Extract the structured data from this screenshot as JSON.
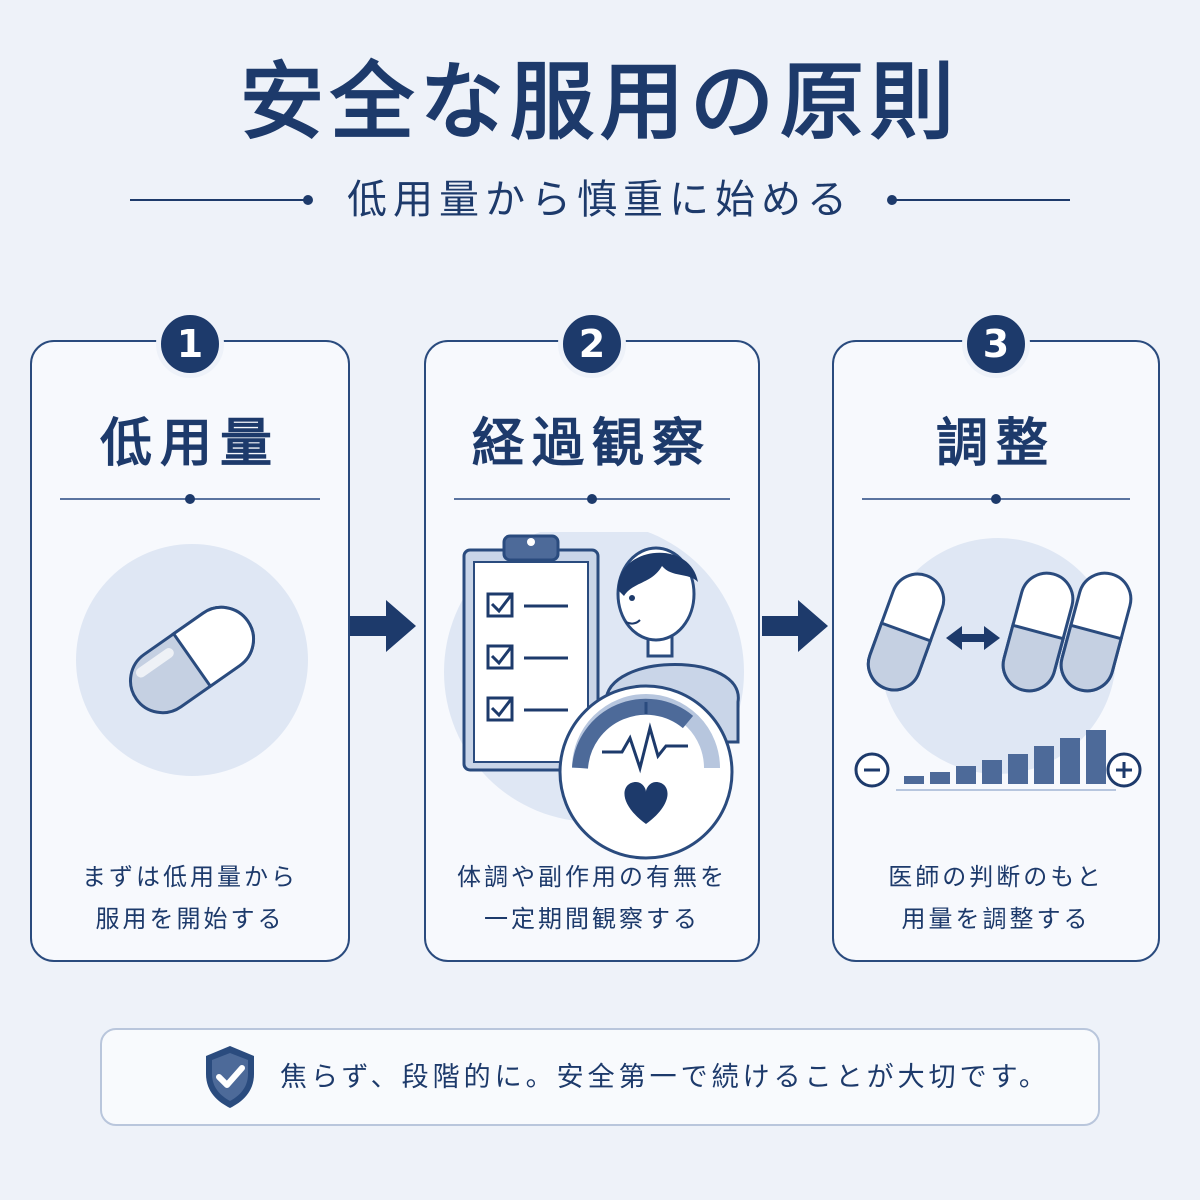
{
  "header": {
    "title": "安全な服用の原則",
    "subtitle": "低用量から慎重に始める"
  },
  "steps": [
    {
      "number": "1",
      "title": "低用量",
      "desc": [
        "まずは低用量から",
        "服用を開始する"
      ]
    },
    {
      "number": "2",
      "title": "経過観察",
      "desc": [
        "体調や副作用の有無を",
        "一定期間観察する"
      ]
    },
    {
      "number": "3",
      "title": "調整",
      "desc": [
        "医師の判断のもと",
        "用量を調整する"
      ]
    }
  ],
  "note": {
    "text": "焦らず、段階的に。安全第一で続けることが大切です。",
    "icon": "shield-check-icon"
  },
  "colors": {
    "primary": "#1d3a6b",
    "background": "#eef2f9",
    "card": "#f7f9fd",
    "accent_light": "#dfe7f4"
  }
}
